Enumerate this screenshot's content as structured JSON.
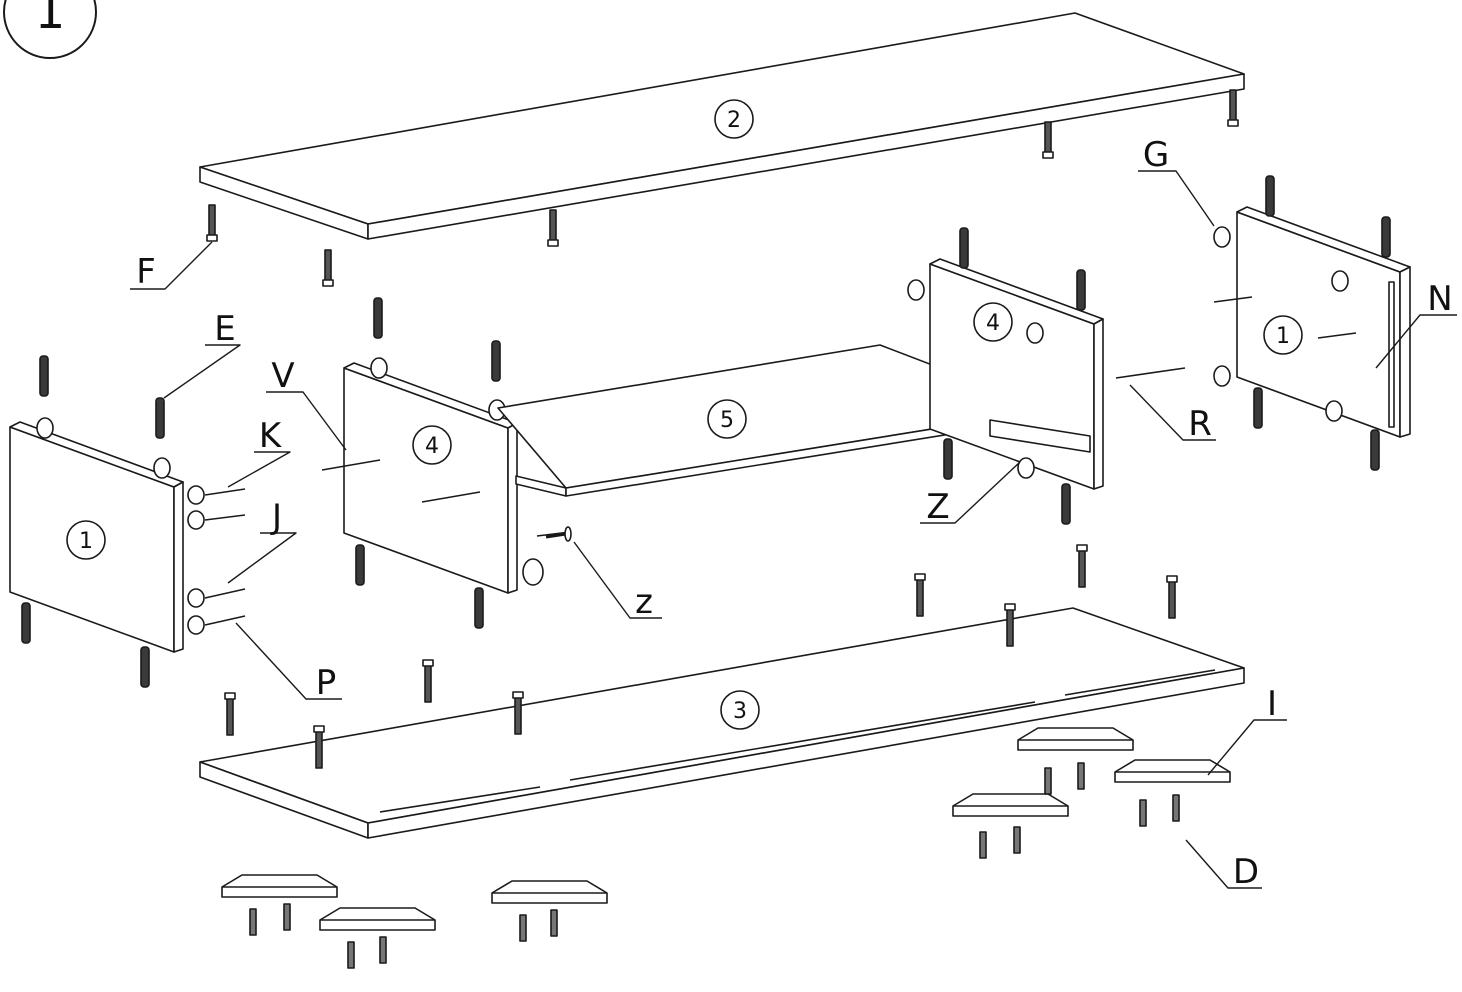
{
  "step_number": "1",
  "panels": {
    "top": "2",
    "bottom": "3",
    "side_left": "1",
    "side_right": "1",
    "partition_left": "4",
    "partition_right": "4",
    "shelf": "5"
  },
  "hardware_labels": {
    "F": "F",
    "E": "E",
    "V": "V",
    "K": "K",
    "J": "J",
    "P": "P",
    "z": "z",
    "Z": "Z",
    "R": "R",
    "G": "G",
    "N": "N",
    "I": "I",
    "D": "D"
  },
  "colors": {
    "line": "#1a1a1a",
    "dowel": "#3a3a3a",
    "panel_fill": "#ffffff"
  }
}
